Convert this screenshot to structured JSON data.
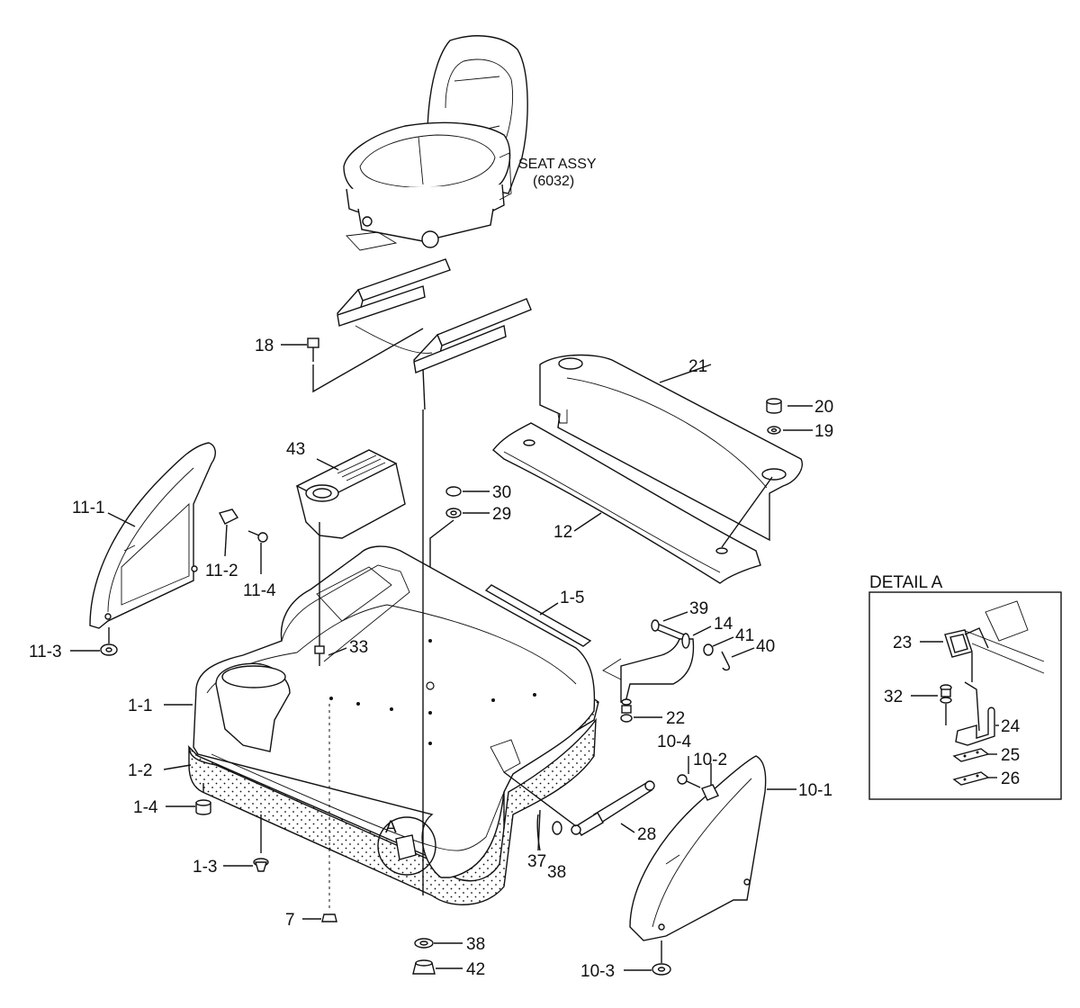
{
  "seat_assy": {
    "line1": "SEAT ASSY",
    "line2": "(6032)"
  },
  "detail": {
    "title": "DETAIL A"
  },
  "callout_a": "A",
  "labels": [
    {
      "id": "18",
      "text": "18"
    },
    {
      "id": "21",
      "text": "21"
    },
    {
      "id": "20",
      "text": "20"
    },
    {
      "id": "19",
      "text": "19"
    },
    {
      "id": "43",
      "text": "43"
    },
    {
      "id": "30",
      "text": "30"
    },
    {
      "id": "29",
      "text": "29"
    },
    {
      "id": "12",
      "text": "12"
    },
    {
      "id": "11-1",
      "text": "11-1"
    },
    {
      "id": "11-2",
      "text": "11-2"
    },
    {
      "id": "11-4",
      "text": "11-4"
    },
    {
      "id": "11-3",
      "text": "11-3"
    },
    {
      "id": "1-5",
      "text": "1-5"
    },
    {
      "id": "39",
      "text": "39"
    },
    {
      "id": "14",
      "text": "14"
    },
    {
      "id": "41",
      "text": "41"
    },
    {
      "id": "40",
      "text": "40"
    },
    {
      "id": "33",
      "text": "33"
    },
    {
      "id": "1-1",
      "text": "1-1"
    },
    {
      "id": "22",
      "text": "22"
    },
    {
      "id": "1-2",
      "text": "1-2"
    },
    {
      "id": "10-4",
      "text": "10-4"
    },
    {
      "id": "10-2",
      "text": "10-2"
    },
    {
      "id": "10-1",
      "text": "10-1"
    },
    {
      "id": "1-4",
      "text": "1-4"
    },
    {
      "id": "28",
      "text": "28"
    },
    {
      "id": "37",
      "text": "37"
    },
    {
      "id": "38a",
      "text": "38"
    },
    {
      "id": "1-3",
      "text": "1-3"
    },
    {
      "id": "7",
      "text": "7"
    },
    {
      "id": "38b",
      "text": "38"
    },
    {
      "id": "42",
      "text": "42"
    },
    {
      "id": "10-3",
      "text": "10-3"
    },
    {
      "id": "23",
      "text": "23"
    },
    {
      "id": "32",
      "text": "32"
    },
    {
      "id": "24",
      "text": "24"
    },
    {
      "id": "25",
      "text": "25"
    },
    {
      "id": "26",
      "text": "26"
    }
  ]
}
